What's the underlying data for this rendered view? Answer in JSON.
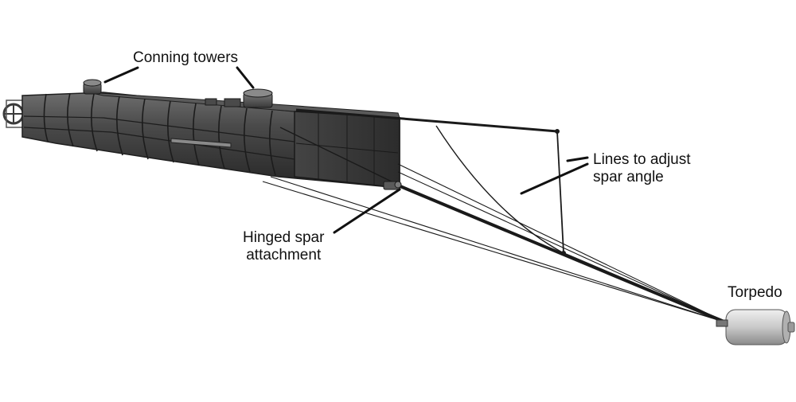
{
  "labels": {
    "conning_towers": "Conning towers",
    "lines_adjust_line1": "Lines to adjust",
    "lines_adjust_line2": "spar angle",
    "hinged_spar_line1": "Hinged spar",
    "hinged_spar_line2": "attachment",
    "torpedo": "Torpedo"
  },
  "colors": {
    "background": "#ffffff",
    "hull_dark": "#2e2e2e",
    "hull_mid": "#4a4a4a",
    "hull_light": "#6e6e6e",
    "panel_bg": "#3a3a3a",
    "rigging": "#1a1a1a",
    "torpedo_light": "#d8d8d8",
    "torpedo_dark": "#8a8a8a",
    "text": "#111111"
  }
}
